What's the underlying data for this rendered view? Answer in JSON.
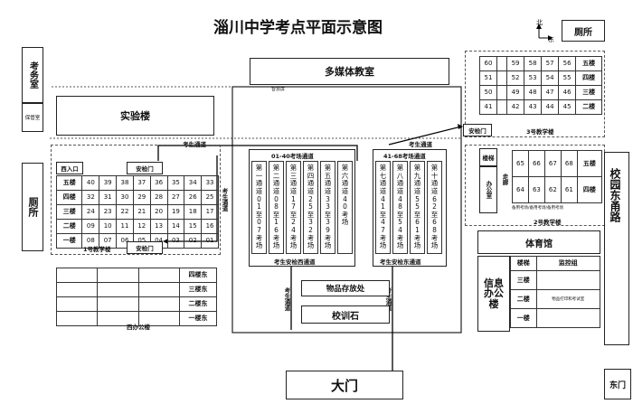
{
  "title": "淄川中学考点平面示意图",
  "compass": {
    "north": "北",
    "east": "东"
  },
  "toilet_top_right": "厕所",
  "exam_office": "考务室",
  "security_office": "保管室",
  "toilet_left": "厕所",
  "multimedia": "多媒体教室",
  "lab_building": "实验楼",
  "monitor_note": "智慧屏",
  "exam_passage": "考生通道",
  "west_entrance": "西入口",
  "security_gate": "安检门",
  "building1": {
    "caption": "1号教学楼",
    "rows": [
      {
        "floor": "五楼",
        "rooms": [
          "40",
          "39",
          "38",
          "37",
          "36",
          "35",
          "34",
          "33"
        ]
      },
      {
        "floor": "四楼",
        "rooms": [
          "32",
          "31",
          "30",
          "29",
          "28",
          "27",
          "26",
          "25"
        ]
      },
      {
        "floor": "三楼",
        "rooms": [
          "24",
          "23",
          "22",
          "21",
          "20",
          "19",
          "18",
          "17"
        ]
      },
      {
        "floor": "二楼",
        "rooms": [
          "09",
          "10",
          "11",
          "12",
          "13",
          "14",
          "15",
          "16"
        ]
      },
      {
        "floor": "一楼",
        "rooms": [
          "08",
          "07",
          "06",
          "05",
          "04",
          "03",
          "02",
          "01"
        ]
      }
    ]
  },
  "west_office": {
    "caption": "西办公楼",
    "floors": [
      "四楼东",
      "三楼东",
      "二楼东",
      "一楼东"
    ]
  },
  "hall1": {
    "header": "01-40考场通道",
    "rooms": [
      "第一通道01至07考场",
      "第二通道08至16考场",
      "第三通道17至24考场",
      "第四通道25至32考场",
      "第五通道33至39考场",
      "第六通道40考场"
    ],
    "footer": "考生安检西通道"
  },
  "hall2": {
    "header": "41-68考场通道",
    "rooms": [
      "第七通道41至47考场",
      "第八通道48至54考场",
      "第九通道55至61考场",
      "第十通道62至68考场"
    ],
    "footer": "考生安检东通道"
  },
  "storage": "物品存放处",
  "motto_stone": "校训石",
  "main_gate": "大门",
  "east_gate": "东门",
  "east_road": "校园东甬路",
  "building3": {
    "caption": "3号教学楼",
    "rows": [
      {
        "floor": "五楼",
        "left": "60",
        "rooms": [
          "59",
          "58",
          "57",
          "56"
        ]
      },
      {
        "floor": "四楼",
        "left": "51",
        "rooms": [
          "52",
          "53",
          "54",
          "55"
        ]
      },
      {
        "floor": "三楼",
        "left": "50",
        "rooms": [
          "49",
          "48",
          "47",
          "46"
        ]
      },
      {
        "floor": "二楼",
        "left": "41",
        "rooms": [
          "42",
          "43",
          "44",
          "45"
        ]
      }
    ],
    "gate": "安检门"
  },
  "building2": {
    "caption": "2号教学楼",
    "stairs": "楼梯",
    "office": "办公室",
    "corridor": "走廊",
    "row1": [
      "65",
      "66",
      "67",
      "68"
    ],
    "row2": [
      "64",
      "63",
      "62",
      "61"
    ],
    "floors": [
      "五楼",
      "四楼"
    ],
    "note": "备用考场/备用考场/备用考场"
  },
  "gym": "体育馆",
  "info_building": {
    "name": "信息办公楼",
    "stairs": "楼梯",
    "floors": [
      "三楼",
      "二楼",
      "一楼"
    ],
    "monitor": "监控组",
    "note": "物品打印和考试室"
  }
}
